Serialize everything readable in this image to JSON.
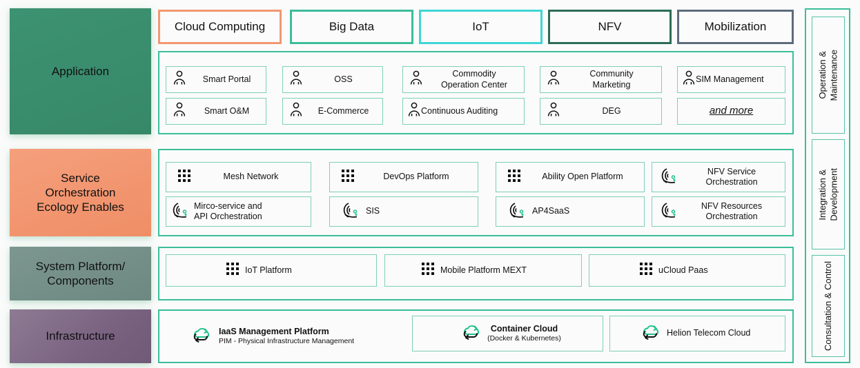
{
  "layers": [
    {
      "key": "application",
      "label": "Application",
      "color": "#3d9272"
    },
    {
      "key": "service",
      "label": "Service\nOrchestration\nEcology Enables",
      "color": "#f59f7c"
    },
    {
      "key": "system",
      "label": "System Platform/\nComponents",
      "color": "#7d9790"
    },
    {
      "key": "infrastructure",
      "label": "Infrastructure",
      "color": "#7a6281"
    }
  ],
  "layer_labels": {
    "application": "Application",
    "service_l1": "Service",
    "service_l2": "Orchestration",
    "service_l3": "Ecology Enables",
    "system_l1": "System Platform/",
    "system_l2": "Components",
    "infrastructure": "Infrastructure"
  },
  "domain_tags": [
    {
      "label": "Cloud Computing",
      "border_color": "#f29770"
    },
    {
      "label": "Big Data",
      "border_color": "#3bbd9a"
    },
    {
      "label": "IoT",
      "border_color": "#3fd6d6"
    },
    {
      "label": "NFV",
      "border_color": "#2c6b57"
    },
    {
      "label": "Mobilization",
      "border_color": "#5d6b7c"
    }
  ],
  "application_items": [
    {
      "label": "Smart Portal",
      "icon": "person-icon"
    },
    {
      "label": "OSS",
      "icon": "person-icon"
    },
    {
      "label": "Commodity\nOperation Center",
      "icon": "person-icon",
      "l1": "Commodity",
      "l2": "Operation Center"
    },
    {
      "label": "Community\nMarketing",
      "icon": "person-icon",
      "l1": "Community",
      "l2": "Marketing"
    },
    {
      "label": "SIM Management",
      "icon": "person-icon"
    },
    {
      "label": "Smart O&M",
      "icon": "person-icon"
    },
    {
      "label": "E-Commerce",
      "icon": "person-icon"
    },
    {
      "label": "Continuous Auditing",
      "icon": "person-icon"
    },
    {
      "label": "DEG",
      "icon": "person-icon"
    },
    {
      "label": "and more",
      "icon": "none"
    }
  ],
  "service_items": [
    {
      "label": "Mesh Network",
      "icon": "grid-dots-icon"
    },
    {
      "label": "DevOps Platform",
      "icon": "grid-dots-icon"
    },
    {
      "label": "Ability Open Platform",
      "icon": "grid-dots-icon"
    },
    {
      "label": "NFV Service\nOrchestration",
      "icon": "signal-fan-icon",
      "l1": "NFV Service",
      "l2": "Orchestration"
    },
    {
      "label": "Mirco-service and\nAPI Orchestration",
      "icon": "signal-fan-icon",
      "l1": "Mirco-service and",
      "l2": "API Orchestration"
    },
    {
      "label": "SIS",
      "icon": "signal-fan-icon"
    },
    {
      "label": "AP4SaaS",
      "icon": "signal-fan-icon"
    },
    {
      "label": "NFV Resources\nOrchestration",
      "icon": "signal-fan-icon",
      "l1": "NFV Resources",
      "l2": "Orchestration"
    }
  ],
  "system_items": [
    {
      "label": "IoT Platform",
      "icon": "grid-dots-icon"
    },
    {
      "label": "Mobile Platform MEXT",
      "icon": "grid-dots-icon"
    },
    {
      "label": "uCloud Paas",
      "icon": "grid-dots-icon"
    }
  ],
  "infrastructure_items": [
    {
      "title": "IaaS Management Platform",
      "subtitle": "PIM - Physical Infrastructure Management",
      "icon": "cloud-sync-icon",
      "bordered": false
    },
    {
      "title": "Container Cloud",
      "subtitle": "(Docker & Kubernetes)",
      "icon": "cloud-sync-icon",
      "bordered": true
    },
    {
      "title": "Helion Telecom Cloud",
      "subtitle": "",
      "icon": "cloud-sync-icon",
      "bordered": true
    }
  ],
  "sidebar": {
    "items": [
      {
        "l1": "Operation &",
        "l2": "Maintenance"
      },
      {
        "l1": "Integration &",
        "l2": "Development"
      },
      {
        "l1": "Consultation & Control",
        "l2": ""
      }
    ]
  },
  "colors": {
    "panel_border": "#3bbd9a",
    "item_border": "#7fcfba",
    "icon_green": "#22c08a",
    "background": "#fafbfa"
  }
}
